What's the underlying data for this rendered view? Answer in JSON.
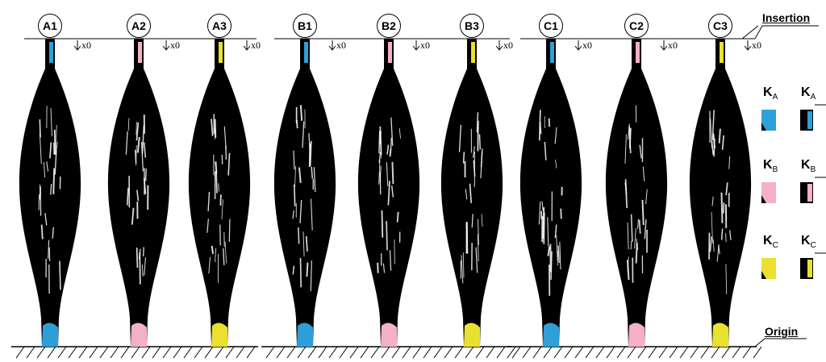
{
  "title_insertion": "Insertion",
  "title_origin": "Origin",
  "x0_label": "x0",
  "groups": [
    {
      "muscles": [
        {
          "id": "A1",
          "color": "#2e9fd8"
        },
        {
          "id": "A2",
          "color": "#f4b0c6"
        },
        {
          "id": "A3",
          "color": "#e9e030"
        }
      ]
    },
    {
      "muscles": [
        {
          "id": "B1",
          "color": "#2e9fd8"
        },
        {
          "id": "B2",
          "color": "#f4b0c6"
        },
        {
          "id": "B3",
          "color": "#e9e030"
        }
      ]
    },
    {
      "muscles": [
        {
          "id": "C1",
          "color": "#2e9fd8"
        },
        {
          "id": "C2",
          "color": "#f4b0c6"
        },
        {
          "id": "C3",
          "color": "#e9e030"
        }
      ]
    }
  ],
  "legend": [
    {
      "base": "K",
      "sub": "A",
      "color": "#2e9fd8"
    },
    {
      "base": "K",
      "sub": "B",
      "color": "#f4b0c6"
    },
    {
      "base": "K",
      "sub": "C",
      "color": "#e9e030"
    }
  ],
  "colors": {
    "A": "#2e9fd8",
    "B": "#f4b0c6",
    "C": "#e9e030",
    "muscle": "#000000"
  }
}
